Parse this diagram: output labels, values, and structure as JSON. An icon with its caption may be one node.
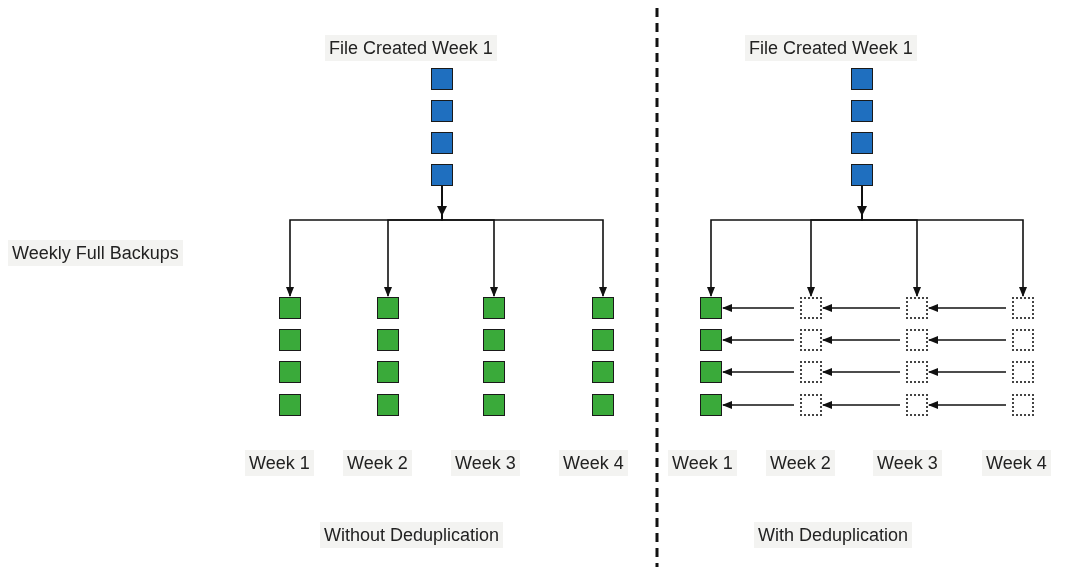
{
  "diagram": {
    "nodes": [
      {
        "text": [],
        "shape": "box"
      },
      {
        "text": [],
        "shape": "box"
      },
      {
        "text": [],
        "shape": "box"
      },
      {
        "text": [],
        "shape": "box"
      },
      {
        "text": [],
        "shape": "box"
      },
      {
        "text": [],
        "shape": "box"
      },
      {
        "text": [],
        "shape": "box"
      },
      {
        "text": [],
        "shape": "box"
      },
      {
        "text": [],
        "shape": "box"
      },
      {
        "text": [],
        "shape": "box"
      },
      {
        "text": [],
        "shape": "box"
      },
      {
        "text": [],
        "shape": "box"
      },
      {
        "text": [],
        "shape": "box"
      },
      {
        "text": [],
        "shape": "box"
      },
      {
        "text": [],
        "shape": "box"
      },
      {
        "text": [],
        "shape": "box"
      },
      {
        "text": [],
        "shape": "box"
      },
      {
        "text": [],
        "shape": "box"
      },
      {
        "text": [],
        "shape": "box"
      },
      {
        "text": [],
        "shape": "box"
      },
      {
        "text": [],
        "shape": "box"
      },
      {
        "text": [],
        "shape": "box"
      },
      {
        "text": [],
        "shape": "box"
      },
      {
        "text": [],
        "shape": "box"
      },
      {
        "text": [],
        "shape": "box"
      },
      {
        "text": [],
        "shape": "box"
      },
      {
        "text": [],
        "shape": "box"
      },
      {
        "text": [],
        "shape": "box"
      },
      {
        "text": [],
        "shape": "box"
      },
      {
        "text": [],
        "shape": "box"
      },
      {
        "text": [],
        "shape": "box"
      },
      {
        "text": [],
        "shape": "box"
      },
      {
        "text": [],
        "shape": "box"
      },
      {
        "text": [],
        "shape": "box"
      },
      {
        "text": [],
        "shape": "box"
      },
      {
        "text": [],
        "shape": "box"
      },
      {
        "text": [],
        "shape": "box"
      },
      {
        "text": [],
        "shape": "box"
      },
      {
        "text": [],
        "shape": "box"
      },
      {
        "text": [],
        "shape": "box"
      }
    ],
    "edges": [
      {
        "from": 3,
        "to": 4,
        "arrow": "to"
      },
      {
        "from": 3,
        "to": 8,
        "arrow": "to"
      },
      {
        "from": 3,
        "to": 12,
        "arrow": "to"
      },
      {
        "from": 3,
        "to": 16,
        "arrow": "to"
      },
      {
        "from": 23,
        "to": 24,
        "arrow": "to"
      },
      {
        "from": 23,
        "to": 28,
        "arrow": "to"
      },
      {
        "from": 23,
        "to": 32,
        "arrow": "to"
      },
      {
        "from": 23,
        "to": 36,
        "arrow": "to"
      },
      {
        "from": 28,
        "to": 24,
        "arrow": "to"
      },
      {
        "from": 32,
        "to": 28,
        "arrow": "to"
      },
      {
        "from": 36,
        "to": 32,
        "arrow": "to"
      },
      {
        "from": 29,
        "to": 25,
        "arrow": "to"
      },
      {
        "from": 33,
        "to": 29,
        "arrow": "to"
      },
      {
        "from": 37,
        "to": 33,
        "arrow": "to"
      },
      {
        "from": 30,
        "to": 26,
        "arrow": "to"
      },
      {
        "from": 34,
        "to": 30,
        "arrow": "to"
      },
      {
        "from": 38,
        "to": 34,
        "arrow": "to"
      },
      {
        "from": 31,
        "to": 27,
        "arrow": "to"
      },
      {
        "from": 35,
        "to": 31,
        "arrow": "to"
      },
      {
        "from": 39,
        "to": 35,
        "arrow": "to"
      }
    ],
    "labels": [
      "File Created Week 1",
      "File Created Week 1",
      "Weekly Full Backups",
      "Week 1",
      "Week 2",
      "Week 3",
      "Week 4",
      "Week 1",
      "Week 2",
      "Week 3",
      "Week 4",
      "Without Deduplication",
      "With Deduplication"
    ]
  }
}
